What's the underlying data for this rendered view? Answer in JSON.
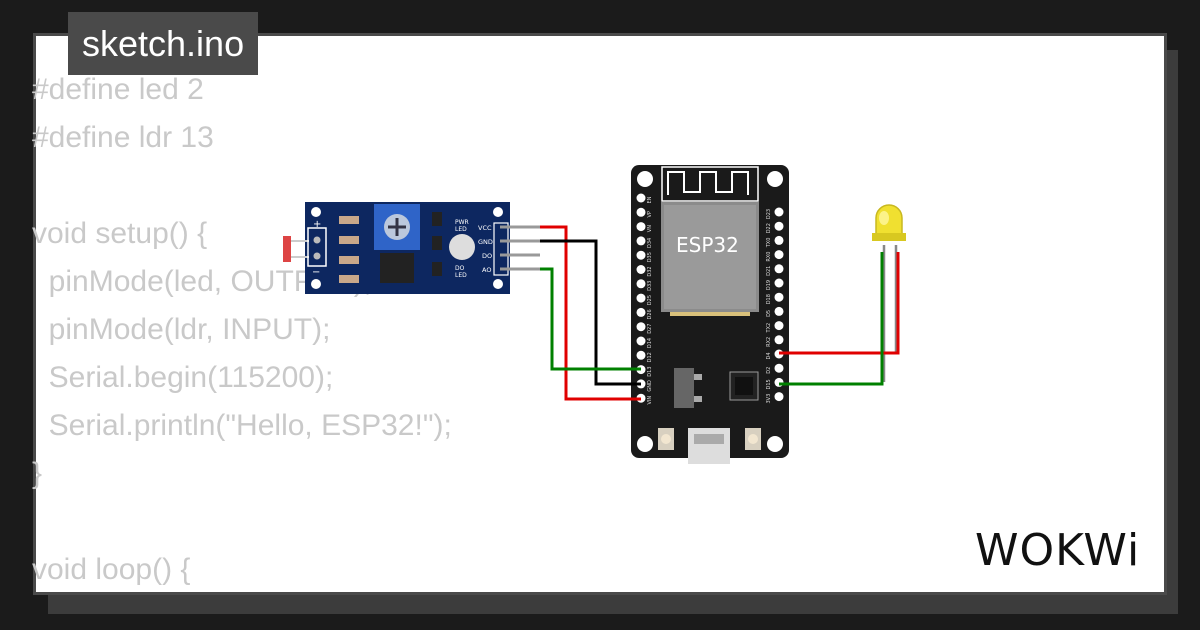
{
  "header": {
    "file_name": "sketch.ino"
  },
  "code": {
    "lines": [
      "#define led 2",
      "#define ldr 13",
      "",
      "void setup() {",
      "  pinMode(led, OUTPUT);",
      "  pinMode(ldr, INPUT);",
      "  Serial.begin(115200);",
      "  Serial.println(\"Hello, ESP32!\");",
      "}",
      "",
      "void loop() {"
    ]
  },
  "circuit": {
    "esp32": {
      "label": "ESP32",
      "left_pins": [
        "EN",
        "VP",
        "VN",
        "D34",
        "D35",
        "D32",
        "D33",
        "D25",
        "D26",
        "D27",
        "D14",
        "D12",
        "D13",
        "GND",
        "VIN"
      ],
      "right_pins": [
        "D23",
        "D22",
        "TX0",
        "RX0",
        "D21",
        "D19",
        "D18",
        "D5",
        "TX2",
        "RX2",
        "D4",
        "D2",
        "D15",
        "3V3"
      ]
    },
    "ldr_module": {
      "pin_labels": [
        "VCC",
        "GND",
        "DO",
        "AO"
      ],
      "pwr_led": [
        "PWR",
        "LED"
      ],
      "do_led": [
        "DO",
        "LED"
      ],
      "plus": "+",
      "minus": "−"
    },
    "led": {
      "color": "#f0e030"
    },
    "wire_colors": {
      "red": "#e00000",
      "black": "#000000",
      "green": "#008000",
      "gray": "#888888"
    }
  },
  "brand": {
    "logo_text": "WOKWi"
  }
}
